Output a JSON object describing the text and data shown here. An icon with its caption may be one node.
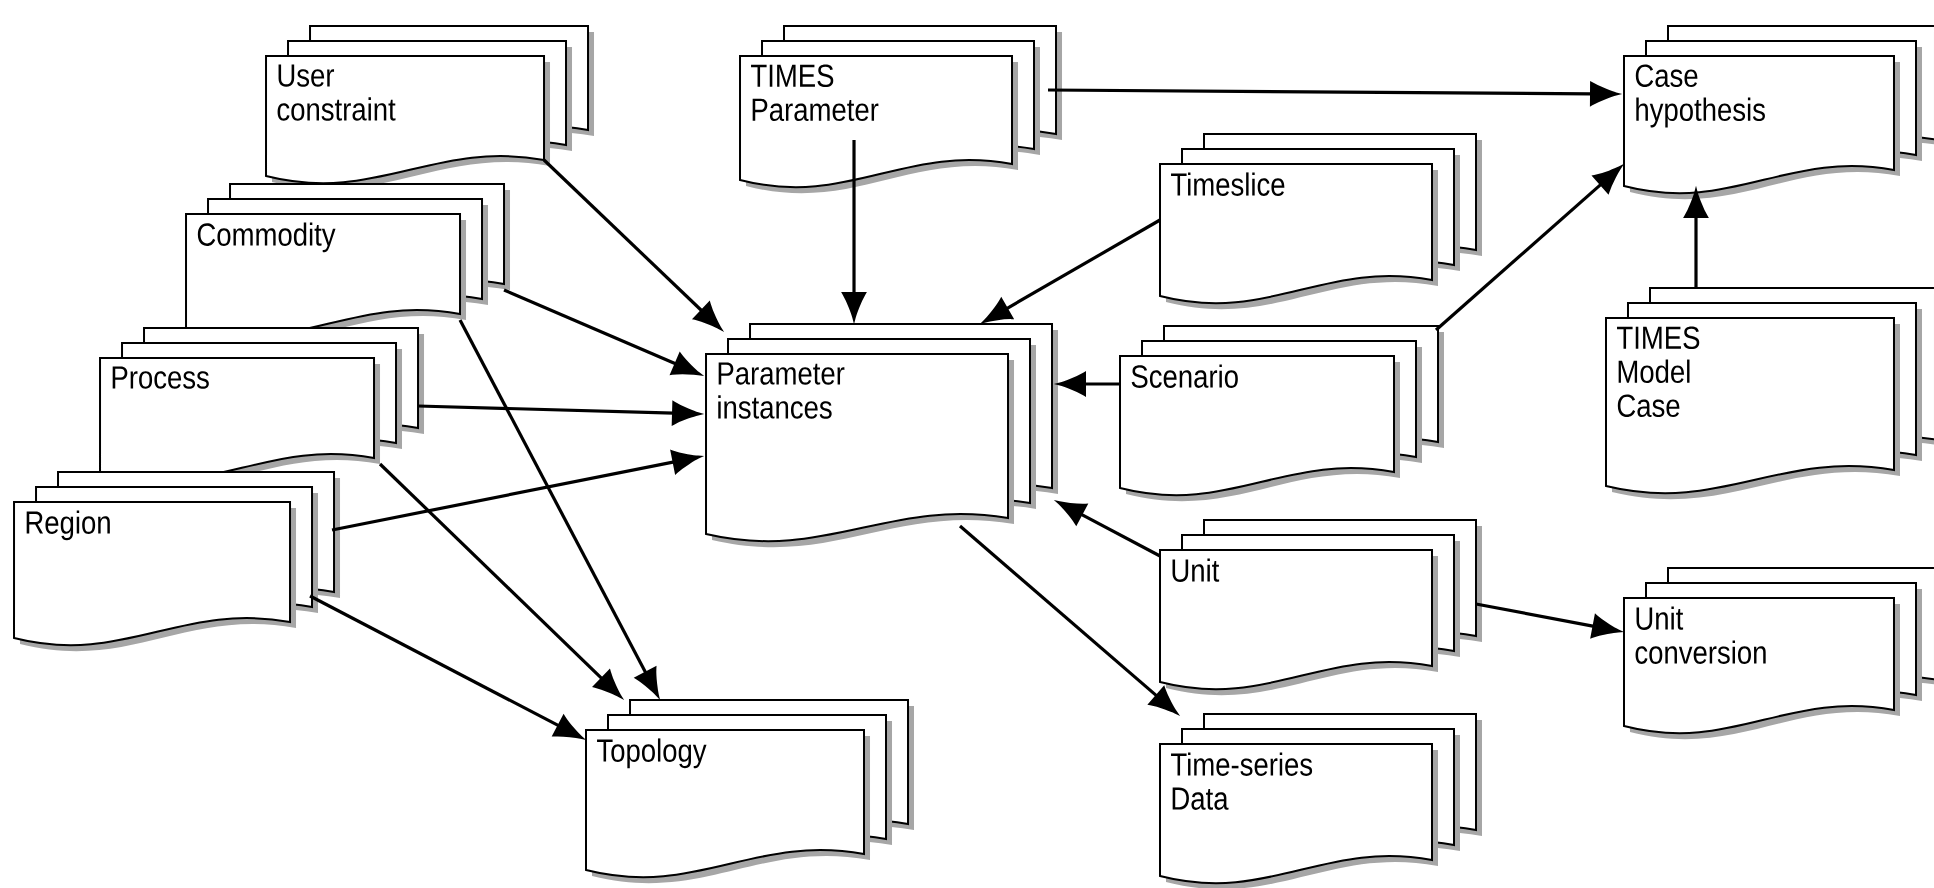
{
  "diagram": {
    "nodes": [
      {
        "text": [
          "User constraint"
        ]
      },
      {
        "text": [
          "Commodity"
        ]
      },
      {
        "text": [
          "Process"
        ]
      },
      {
        "text": [
          "Region"
        ]
      },
      {
        "text": [
          "TIMES Parameter"
        ]
      },
      {
        "text": [
          "Parameter instances"
        ]
      },
      {
        "text": [
          "Timeslice"
        ]
      },
      {
        "text": [
          "Scenario"
        ]
      },
      {
        "text": [
          "Unit"
        ]
      },
      {
        "text": [
          "Topology"
        ]
      },
      {
        "text": [
          "Time-series Data"
        ]
      },
      {
        "text": [
          "Case hypothesis"
        ]
      },
      {
        "text": [
          "TIMES Model Case"
        ]
      },
      {
        "text": [
          "Unit conversion"
        ]
      }
    ],
    "edges": [
      {
        "from": 0,
        "to": 5,
        "arrow": "to"
      },
      {
        "from": 1,
        "to": 5,
        "arrow": "to"
      },
      {
        "from": 2,
        "to": 5,
        "arrow": "to"
      },
      {
        "from": 3,
        "to": 5,
        "arrow": "to"
      },
      {
        "from": 1,
        "to": 9,
        "arrow": "to"
      },
      {
        "from": 2,
        "to": 9,
        "arrow": "to"
      },
      {
        "from": 3,
        "to": 9,
        "arrow": "to"
      },
      {
        "from": 4,
        "to": 5,
        "arrow": "to"
      },
      {
        "from": 4,
        "to": 11,
        "arrow": "to"
      },
      {
        "from": 6,
        "to": 5,
        "arrow": "to"
      },
      {
        "from": 7,
        "to": 5,
        "arrow": "to"
      },
      {
        "from": 7,
        "to": 11,
        "arrow": "to"
      },
      {
        "from": 12,
        "to": 11,
        "arrow": "to"
      },
      {
        "from": 8,
        "to": 5,
        "arrow": "to"
      },
      {
        "from": 5,
        "to": 10,
        "arrow": "to"
      },
      {
        "from": 8,
        "to": 13,
        "arrow": "to"
      }
    ]
  }
}
